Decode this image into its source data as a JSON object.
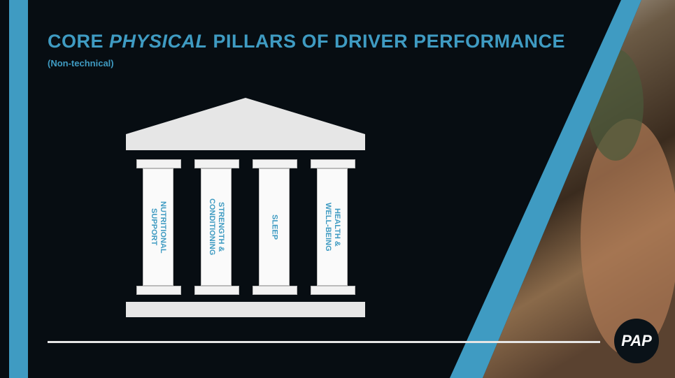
{
  "title": {
    "pre": "CORE ",
    "emph": "PHYSICAL",
    "post": " PILLARS OF DRIVER PERFORMANCE"
  },
  "subtitle": "(Non-technical)",
  "pillars": [
    {
      "label": "NUTRITIONAL\nSUPPORT"
    },
    {
      "label": "STRENGTH &\nCONDITIONING"
    },
    {
      "label": "SLEEP"
    },
    {
      "label": "HEALTH &\nWELL-BEING"
    }
  ],
  "logo": "PAP",
  "colors": {
    "accent": "#3f9bc2",
    "background": "#070d12",
    "pillar": "#e6e6e6"
  }
}
